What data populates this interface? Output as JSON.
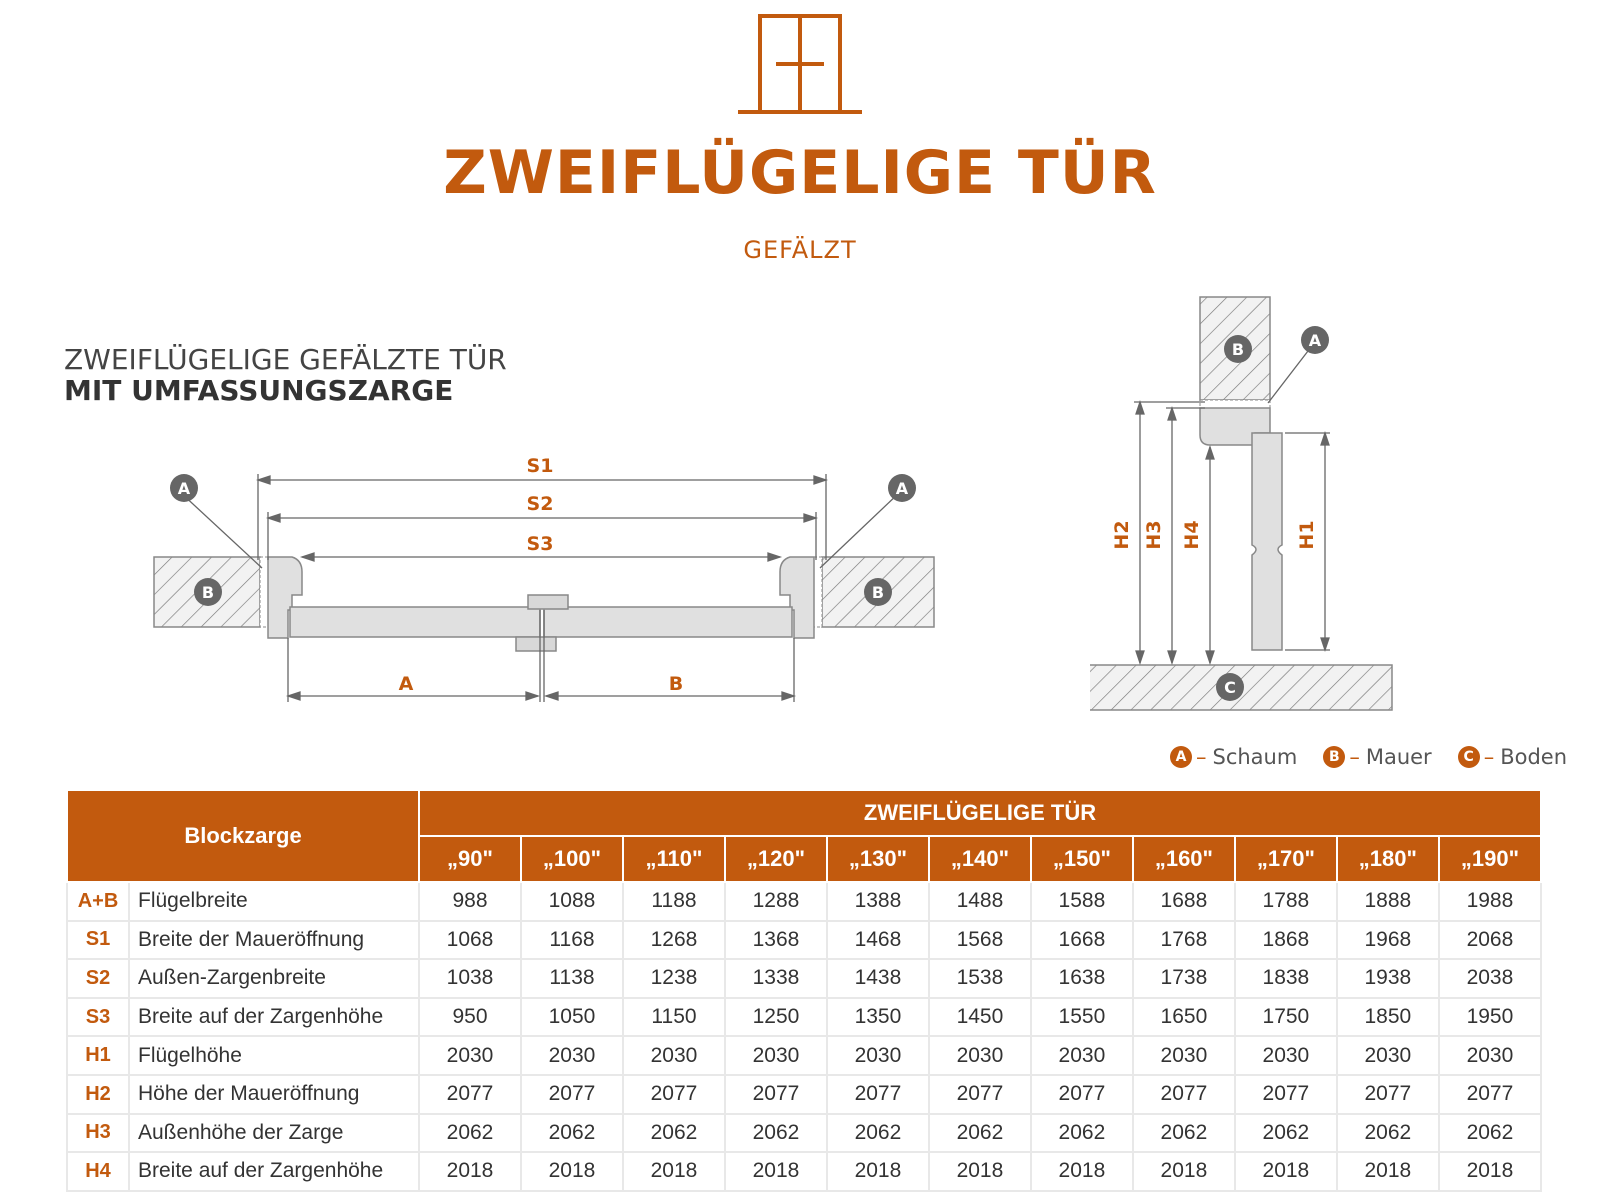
{
  "title": "ZWEIFLÜGELIGE TÜR",
  "subtitle": "GEFÄLZT",
  "section": {
    "line1": "ZWEIFLÜGELIGE GEFÄLZTE TÜR",
    "line2": "MIT UMFASSUNGSZARGE"
  },
  "colors": {
    "accent": "#c25a0e",
    "hatch": "#e6e6e6",
    "marker": "#666666"
  },
  "plan_diagram": {
    "dims": [
      "S1",
      "S2",
      "S3",
      "A",
      "B"
    ],
    "markers": [
      "A",
      "A",
      "B",
      "B"
    ]
  },
  "section_diagram": {
    "dims": [
      "H2",
      "H3",
      "H4",
      "H1"
    ],
    "markers": [
      "B",
      "A",
      "C"
    ]
  },
  "legend": [
    {
      "key": "A",
      "label": "Schaum"
    },
    {
      "key": "B",
      "label": "Mauer"
    },
    {
      "key": "C",
      "label": "Boden"
    }
  ],
  "table": {
    "corner_header": "Blockzarge",
    "group_header": "ZWEIFLÜGELIGE TÜR",
    "sizes": [
      "„90\"",
      "„100\"",
      "„110\"",
      "„120\"",
      "„130\"",
      "„140\"",
      "„150\"",
      "„160\"",
      "„170\"",
      "„180\"",
      "„190\""
    ],
    "rows": [
      {
        "code": "A+B",
        "label": "Flügelbreite",
        "values": [
          "988",
          "1088",
          "1188",
          "1288",
          "1388",
          "1488",
          "1588",
          "1688",
          "1788",
          "1888",
          "1988"
        ]
      },
      {
        "code": "S1",
        "label": "Breite der Maueröffnung",
        "values": [
          "1068",
          "1168",
          "1268",
          "1368",
          "1468",
          "1568",
          "1668",
          "1768",
          "1868",
          "1968",
          "2068"
        ]
      },
      {
        "code": "S2",
        "label": "Außen-Zargenbreite",
        "values": [
          "1038",
          "1138",
          "1238",
          "1338",
          "1438",
          "1538",
          "1638",
          "1738",
          "1838",
          "1938",
          "2038"
        ]
      },
      {
        "code": "S3",
        "label": "Breite auf der Zargenhöhe",
        "values": [
          "950",
          "1050",
          "1150",
          "1250",
          "1350",
          "1450",
          "1550",
          "1650",
          "1750",
          "1850",
          "1950"
        ]
      },
      {
        "code": "H1",
        "label": "Flügelhöhe",
        "values": [
          "2030",
          "2030",
          "2030",
          "2030",
          "2030",
          "2030",
          "2030",
          "2030",
          "2030",
          "2030",
          "2030"
        ]
      },
      {
        "code": "H2",
        "label": "Höhe der Maueröffnung",
        "values": [
          "2077",
          "2077",
          "2077",
          "2077",
          "2077",
          "2077",
          "2077",
          "2077",
          "2077",
          "2077",
          "2077"
        ]
      },
      {
        "code": "H3",
        "label": "Außenhöhe der Zarge",
        "values": [
          "2062",
          "2062",
          "2062",
          "2062",
          "2062",
          "2062",
          "2062",
          "2062",
          "2062",
          "2062",
          "2062"
        ]
      },
      {
        "code": "H4",
        "label": "Breite auf der Zargenhöhe",
        "values": [
          "2018",
          "2018",
          "2018",
          "2018",
          "2018",
          "2018",
          "2018",
          "2018",
          "2018",
          "2018",
          "2018"
        ]
      }
    ]
  }
}
